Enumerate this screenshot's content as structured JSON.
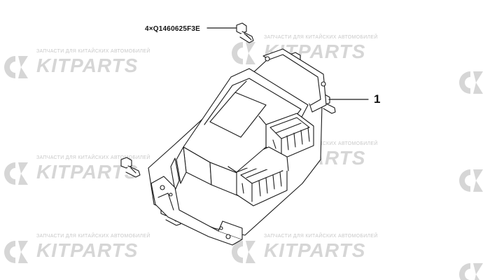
{
  "diagram": {
    "part_callout": "4×Q1460625F3E",
    "item_number": "1"
  },
  "watermark": {
    "subtitle": "ЗАПЧАСТИ ДЛЯ КИТАЙСКИХ АВТОМОБИЛЕЙ",
    "brand": "KITPARTS",
    "logo_icon": "kitparts-logo-icon",
    "color": "#d6d6d6"
  },
  "colors": {
    "line": "#1a1a1a",
    "fill": "#ffffff"
  }
}
